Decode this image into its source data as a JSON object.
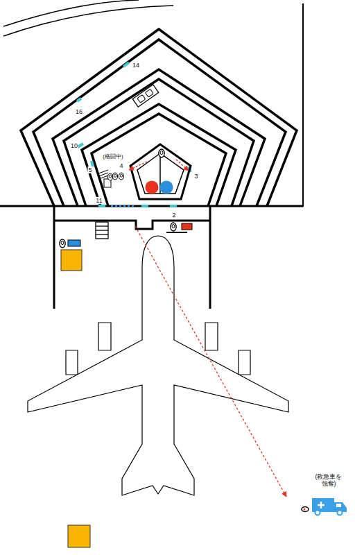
{
  "diagram": {
    "labels": [
      "14",
      "16",
      "10",
      "(格闘中)",
      "4",
      "5",
      "3",
      "11",
      "2",
      "(救急車を 強奪)"
    ]
  }
}
